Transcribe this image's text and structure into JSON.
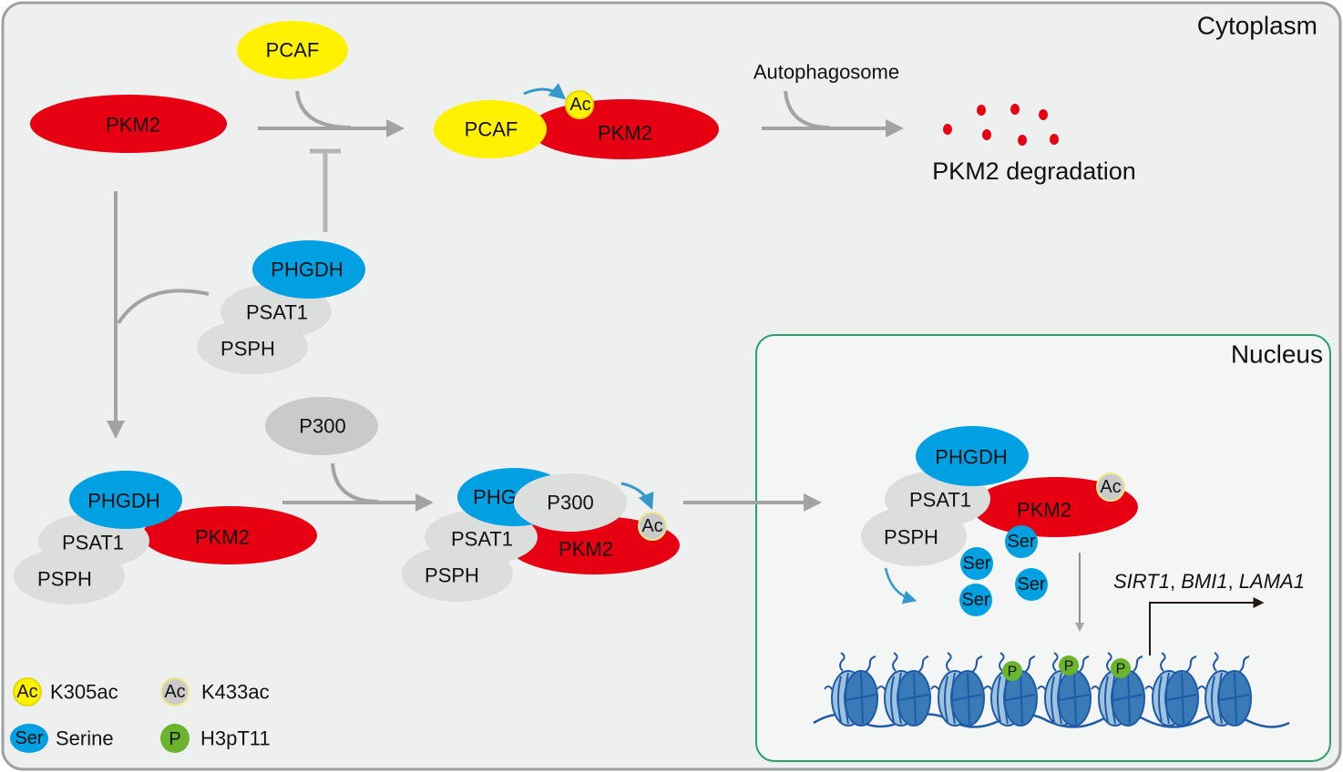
{
  "compartments": {
    "cytoplasm": "Cytoplasm",
    "nucleus": "Nucleus"
  },
  "colors": {
    "pkm2": "#e60012",
    "pcaf": "#fff100",
    "phgdh": "#00a0e3",
    "gray_protein": "#dcdddd",
    "p300": "#c9caca",
    "arrow": "#a3a3a3",
    "acetyl_arrow": "#3399cc",
    "phospho": "#6ab42d",
    "nucleus_border": "#2aa26b",
    "histone_dark": "#2f6ea8",
    "histone_light": "#9ec3df"
  },
  "proteins": {
    "pkm2": "PKM2",
    "pcaf": "PCAF",
    "phgdh": "PHGDH",
    "phgdh_truncated": "PHG",
    "psat1": "PSAT1",
    "psph": "PSPH",
    "p300": "P300"
  },
  "modifications": {
    "acetyl": "Ac",
    "serine": "Ser",
    "phospho": "P"
  },
  "labels": {
    "autophagosome": "Autophagosome",
    "degradation": "PKM2 degradation",
    "genes": [
      "SIRT1",
      ", ",
      "BMI1",
      ", ",
      "LAMA1"
    ]
  },
  "legend": [
    {
      "symbol": "Ac",
      "kind": "k305",
      "text": "K305ac"
    },
    {
      "symbol": "Ac",
      "kind": "k433",
      "text": "K433ac"
    },
    {
      "symbol": "Ser",
      "kind": "serine",
      "text": "Serine"
    },
    {
      "symbol": "P",
      "kind": "phospho",
      "text": "H3pT11"
    }
  ]
}
